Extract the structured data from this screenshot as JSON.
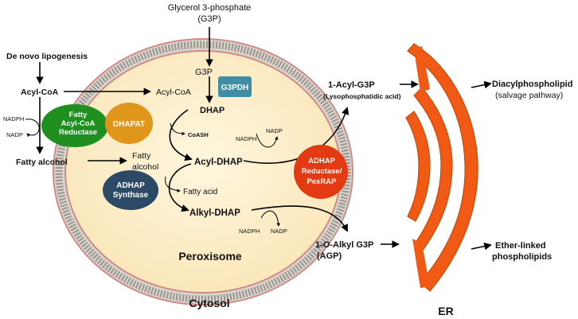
{
  "labels": {
    "g3p_top_1": "Glycerol 3-phosphate",
    "g3p_top_2": "(G3P)",
    "de_novo": "De novo lipogenesis",
    "acyl_coa_left": "Acyl-CoA",
    "nadph_far": "NADPH",
    "nadp_far": "NADP",
    "fatty_alcohol_left": "Fatty alcohol",
    "g3p_inner": "G3P",
    "acyl_coa_inner": "Acyl-CoA",
    "dhap": "DHAP",
    "coash": "CoASH",
    "fatty_alcohol_inner_1": "Fatty",
    "fatty_alcohol_inner_2": "alcohol",
    "fatty_acid": "Fatty acid",
    "acyl_dhap": "Acyl-DHAP",
    "alkyl_dhap": "Alkyl-DHAP",
    "nadph_mid": "NADPH",
    "nadp_mid": "NADP",
    "nadph_low": "NADPH",
    "nadp_low": "NADP",
    "peroxisome": "Peroxisome",
    "cytosol": "Cytosol",
    "lpa_1": "1-Acyl-G3P",
    "lpa_2": "(Lysophosphatidic acid)",
    "agp_1": "1-",
    "agp_1_italic": "O",
    "agp_1_rest": "-Alkyl G3P",
    "agp_2": "(AGP)",
    "diacyl_1": "Diacylphospholipid",
    "diacyl_2": "(salvage pathway)",
    "ether_1": "Ether-linked",
    "ether_2": "phospholipids",
    "er": "ER"
  },
  "enzymes": {
    "far_1": "Fatty",
    "far_2": "Acyl-CoA",
    "far_3": "Reductase",
    "dhapat": "DHAPAT",
    "g3pdh": "G3PDH",
    "adhaps_1": "ADHAP",
    "adhaps_2": "Synthase",
    "pexrap_1": "ADHAP",
    "pexrap_2": "Reductase/",
    "pexrap_3": "PexRAP"
  },
  "colors": {
    "far": "#1f8f1f",
    "dhapat": "#e0961a",
    "g3pdh": "#3f8ea5",
    "adhaps": "#2c4a66",
    "pexrap": "#e23a12",
    "er": "#f05a14",
    "peroxisome_fill": "#fdf0cf",
    "membrane": "#a8a29a"
  }
}
